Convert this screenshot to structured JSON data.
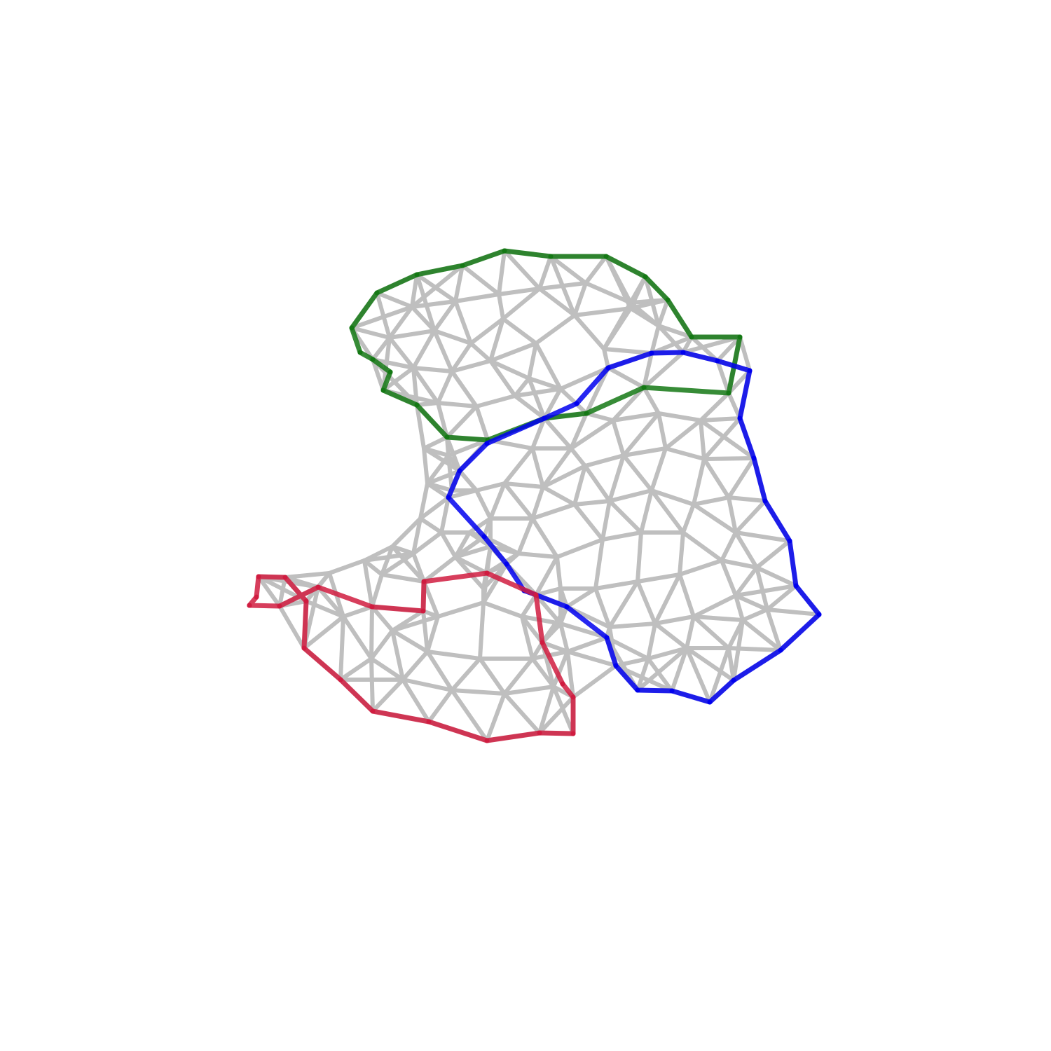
{
  "colors": {
    "background": "#ffffff",
    "mesh": "#bfbfbf",
    "boundary_green": "#147814",
    "boundary_blue": "#0000ee",
    "boundary_red": "#d01c40"
  },
  "boundaries": [
    {
      "name": "green-boundary",
      "color": "#147814"
    },
    {
      "name": "blue-boundary",
      "color": "#0000ee"
    },
    {
      "name": "red-boundary",
      "color": "#d01c40"
    }
  ]
}
